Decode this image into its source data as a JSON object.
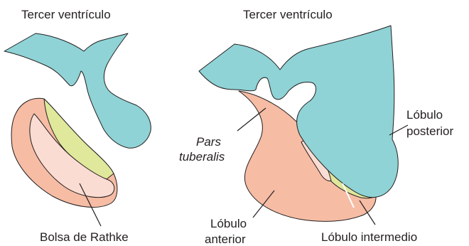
{
  "colors": {
    "ventricle": "#8fd3d6",
    "anterior": "#f6bca4",
    "anterior_light": "#fbdcd2",
    "intermediate": "#dfe89b",
    "outline": "#231f20",
    "background": "#ffffff"
  },
  "left": {
    "title": "Tercer ventrículo",
    "pouch_label": "Bolsa de Rathke"
  },
  "right": {
    "title": "Tercer ventrículo",
    "pars_tuberalis": [
      "Pars",
      "tuberalis"
    ],
    "posterior_lobe": [
      "Lóbulo",
      "posterior"
    ],
    "anterior_lobe": [
      "Lóbulo",
      "anterior"
    ],
    "intermediate_lobe": "Lóbulo intermedio"
  }
}
